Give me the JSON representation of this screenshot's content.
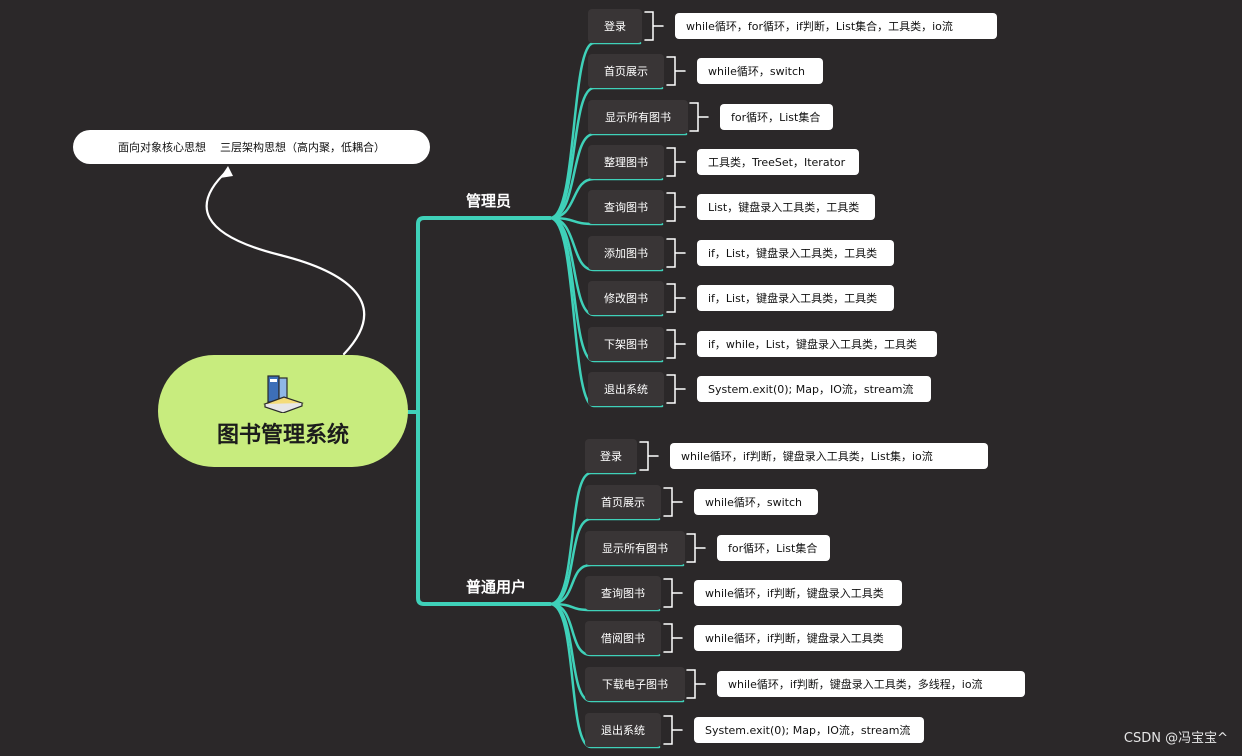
{
  "root": {
    "title": "图书管理系统",
    "icon": "books-icon"
  },
  "note": "面向对象核心思想    三层架构思想（高内聚，低耦合）",
  "admin": {
    "label": "管理员",
    "items": [
      {
        "label": "登录",
        "detail": "while循环，for循环，if判断，List集合，工具类，io流"
      },
      {
        "label": "首页展示",
        "detail": "while循环，switch"
      },
      {
        "label": "显示所有图书",
        "detail": "for循环，List集合"
      },
      {
        "label": "整理图书",
        "detail": "工具类，TreeSet，Iterator"
      },
      {
        "label": "查询图书",
        "detail": "List，键盘录入工具类，工具类"
      },
      {
        "label": "添加图书",
        "detail": "if，List，键盘录入工具类，工具类"
      },
      {
        "label": "修改图书",
        "detail": "if，List，键盘录入工具类，工具类"
      },
      {
        "label": "下架图书",
        "detail": "if，while，List，键盘录入工具类，工具类"
      },
      {
        "label": "退出系统",
        "detail": "System.exit(0); Map，IO流，stream流"
      }
    ]
  },
  "user": {
    "label": "普通用户",
    "items": [
      {
        "label": "登录",
        "detail": "while循环，if判断，键盘录入工具类，List集，io流"
      },
      {
        "label": "首页展示",
        "detail": "while循环，switch"
      },
      {
        "label": "显示所有图书",
        "detail": "for循环，List集合"
      },
      {
        "label": "查询图书",
        "detail": "while循环，if判断，键盘录入工具类"
      },
      {
        "label": "借阅图书",
        "detail": "while循环，if判断，键盘录入工具类"
      },
      {
        "label": "下载电子图书",
        "detail": "while循环，if判断，键盘录入工具类，多线程，io流"
      },
      {
        "label": "退出系统",
        "detail": "System.exit(0); Map，IO流，stream流"
      }
    ]
  },
  "watermark": "CSDN @冯宝宝^",
  "colors": {
    "background": "#2b2829",
    "connector": "#3fd1b9",
    "root_fill": "#c8ec7e",
    "node_fill": "#393536"
  }
}
